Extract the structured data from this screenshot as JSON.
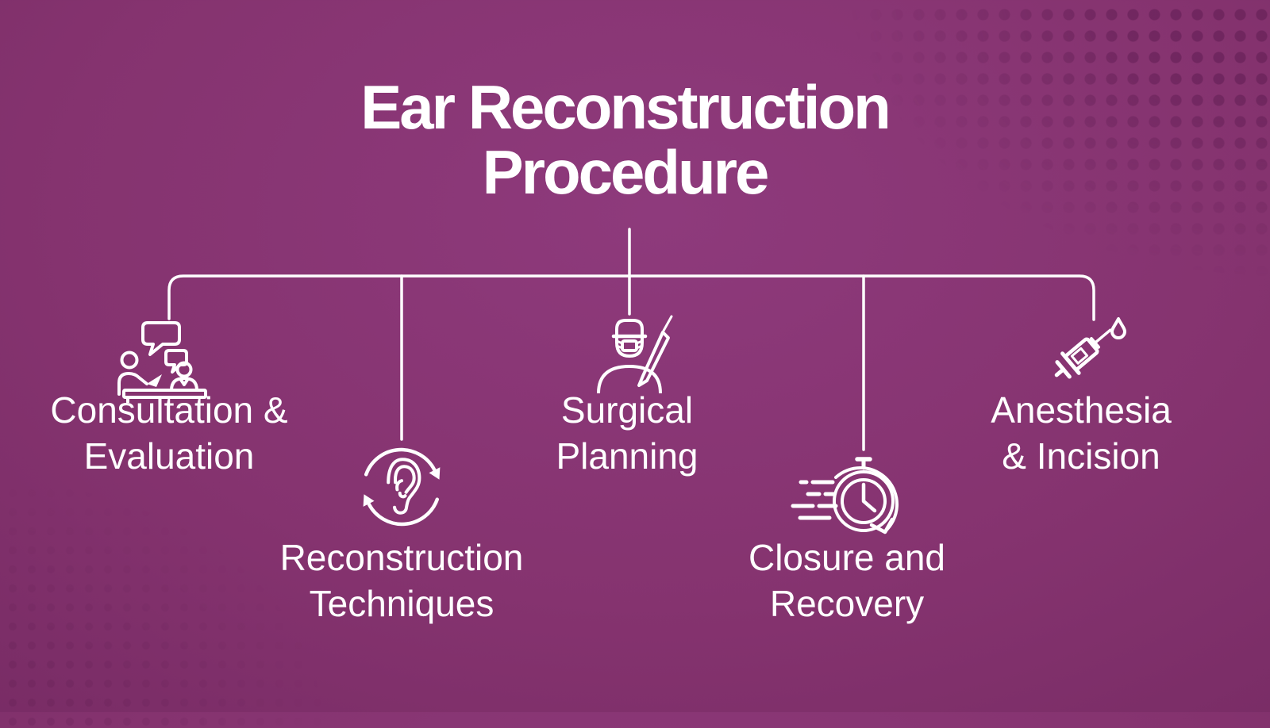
{
  "title": {
    "line1": "Ear Reconstruction",
    "line2": "Procedure"
  },
  "steps": [
    {
      "name": "consultation-evaluation",
      "label_line1": "Consultation &",
      "label_line2": "Evaluation",
      "icon": "consultation-chat-icon"
    },
    {
      "name": "reconstruction-techniques",
      "label_line1": "Reconstruction",
      "label_line2": "Techniques",
      "icon": "ear-cycle-icon"
    },
    {
      "name": "surgical-planning",
      "label_line1": "Surgical",
      "label_line2": "Planning",
      "icon": "surgeon-icon"
    },
    {
      "name": "closure-recovery",
      "label_line1": "Closure and",
      "label_line2": "Recovery",
      "icon": "fast-stopwatch-icon"
    },
    {
      "name": "anesthesia-incision",
      "label_line1": "Anesthesia",
      "label_line2": "& Incision",
      "icon": "syringe-icon"
    }
  ],
  "colors": {
    "background_center": "#8e3a7c",
    "background_edge": "#682257",
    "halftone_dot": "#4a1042",
    "line": "#ffffff",
    "text": "#ffffff"
  }
}
